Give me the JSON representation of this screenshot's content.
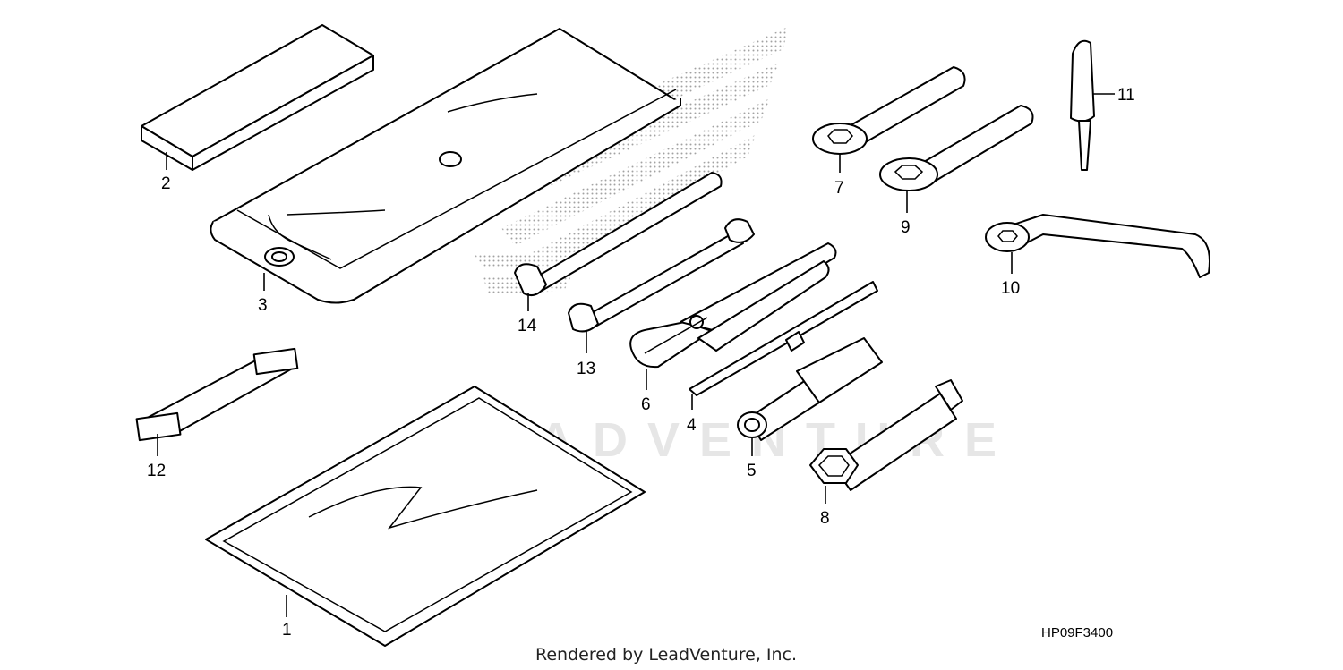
{
  "diagram_code": "HP09F3400",
  "credit": "Rendered by LeadVenture, Inc.",
  "watermark": "LEADVENTURE",
  "parts": [
    {
      "id": "p1",
      "label": "1"
    },
    {
      "id": "p2",
      "label": "2"
    },
    {
      "id": "p3",
      "label": "3"
    },
    {
      "id": "p4",
      "label": "4"
    },
    {
      "id": "p5",
      "label": "5"
    },
    {
      "id": "p6",
      "label": "6"
    },
    {
      "id": "p7",
      "label": "7"
    },
    {
      "id": "p8",
      "label": "8"
    },
    {
      "id": "p9",
      "label": "9"
    },
    {
      "id": "p10",
      "label": "10"
    },
    {
      "id": "p11",
      "label": "11"
    },
    {
      "id": "p12",
      "label": "12"
    },
    {
      "id": "p13",
      "label": "13"
    },
    {
      "id": "p14",
      "label": "14"
    }
  ]
}
